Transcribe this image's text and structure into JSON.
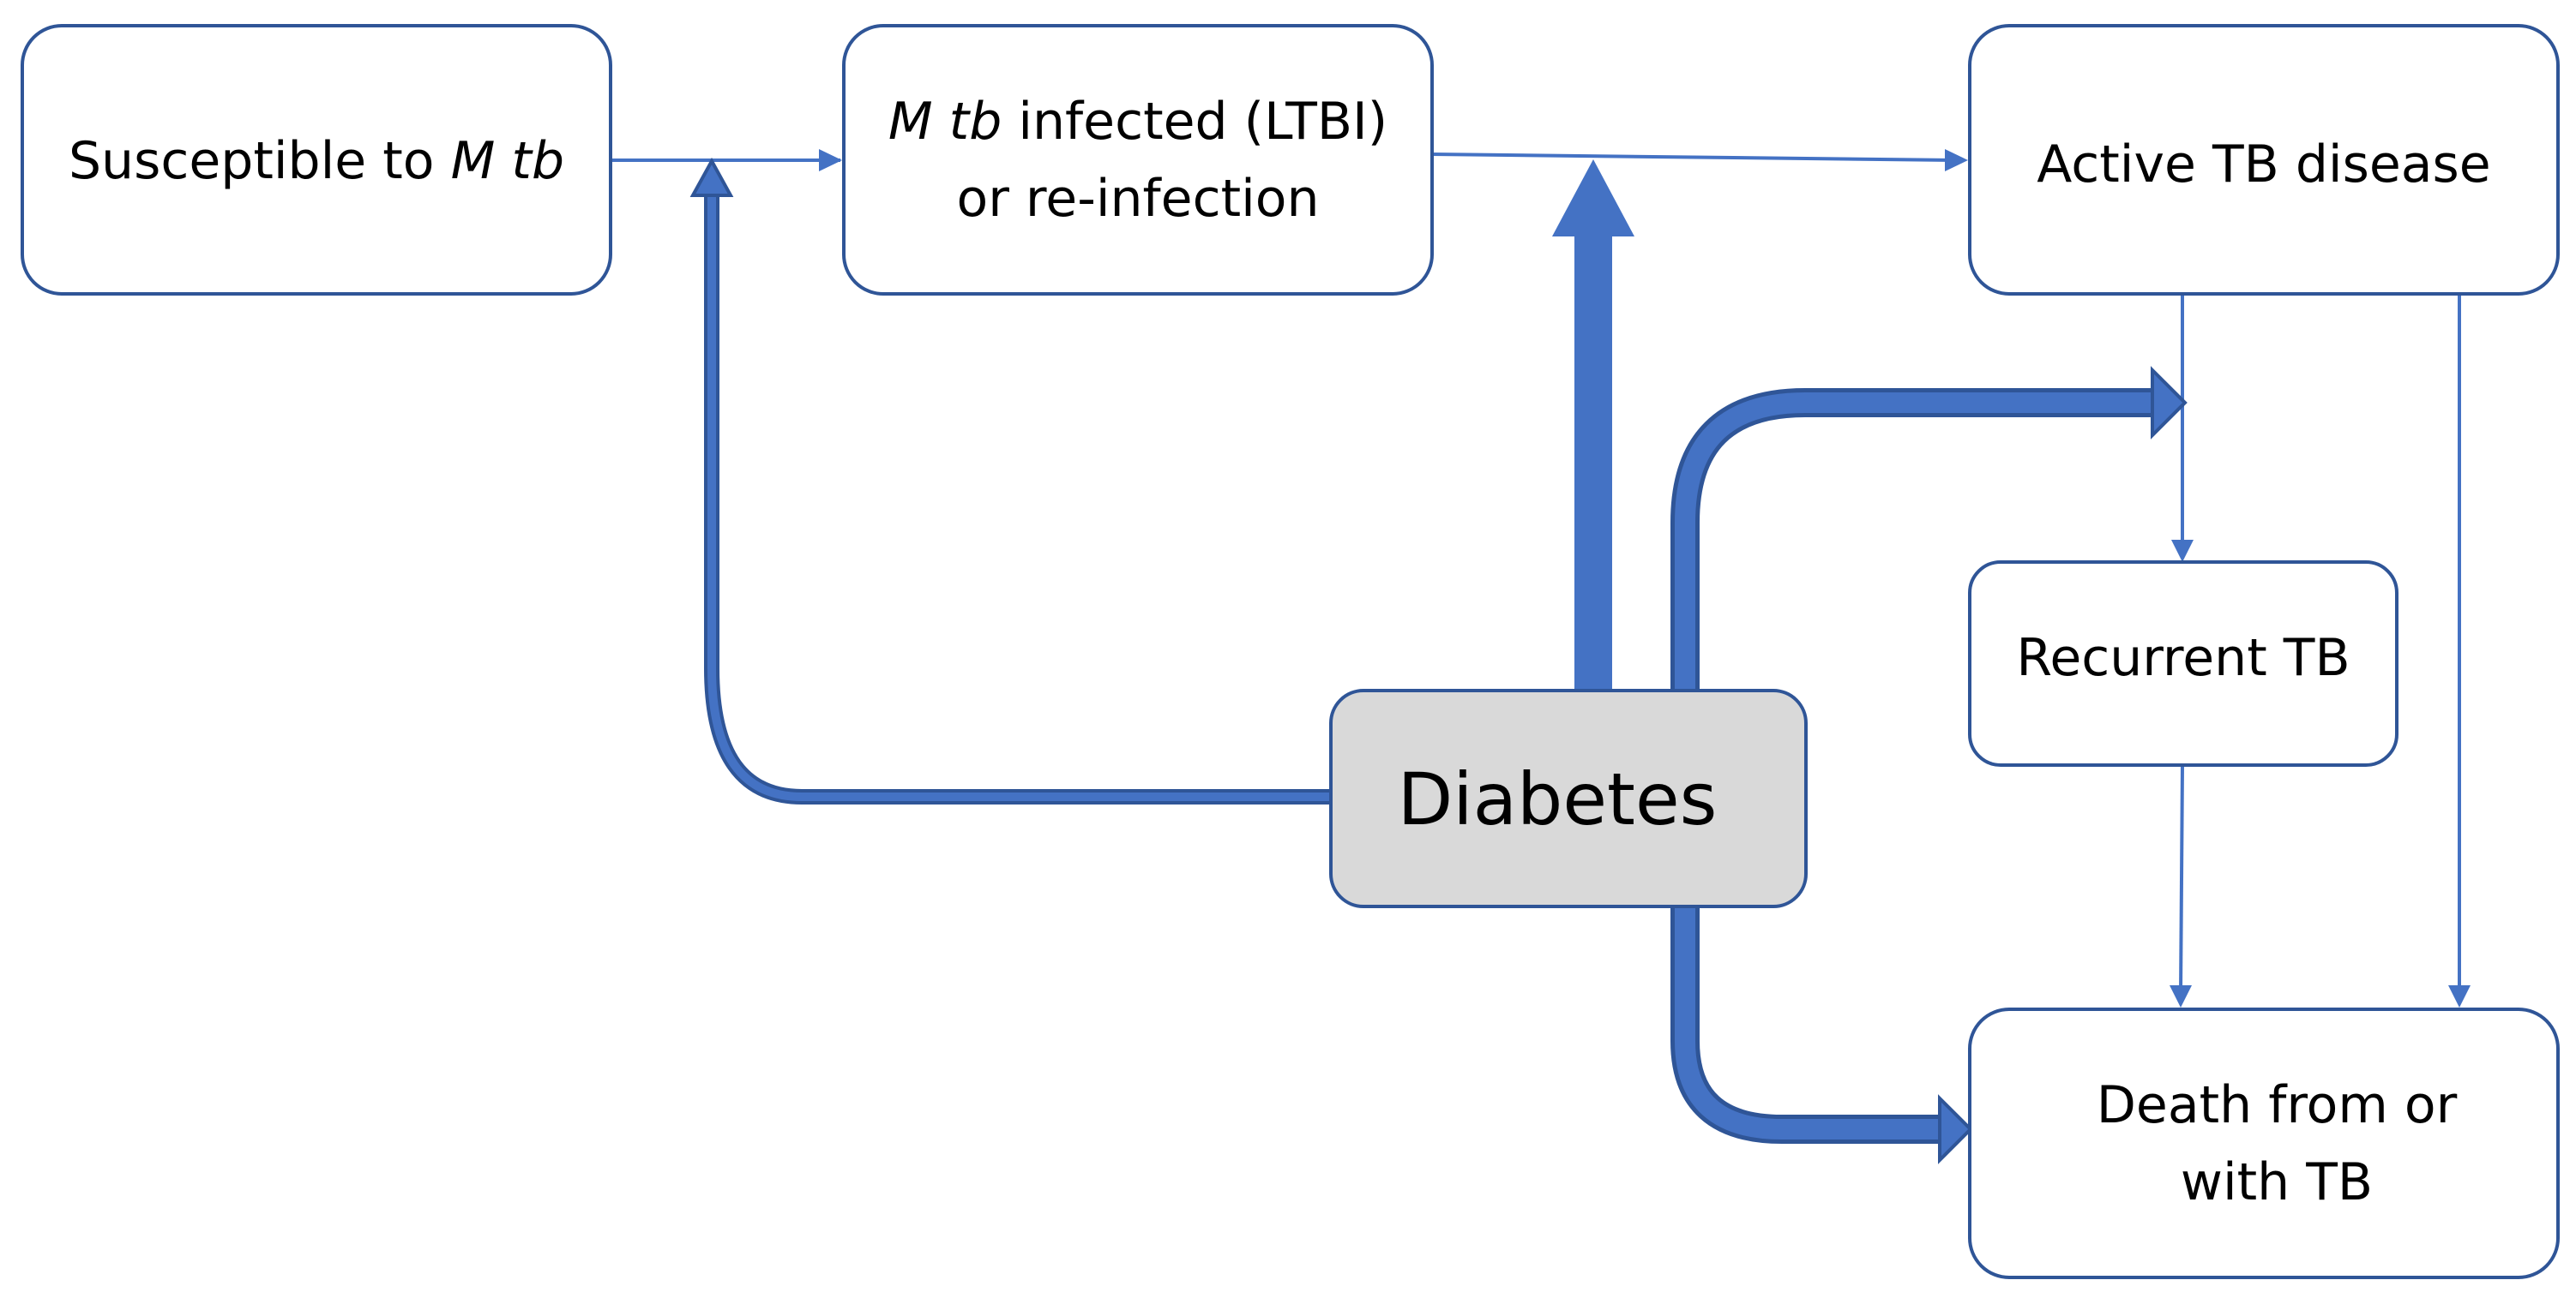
{
  "nodes": {
    "susceptible": {
      "prefix": "Susceptible to ",
      "emphasis": "M tb"
    },
    "infected": {
      "emphasis": "M tb",
      "line1_rest": " infected (LTBI)",
      "line2": "or re-infection"
    },
    "active": {
      "label": "Active TB disease"
    },
    "recurrent": {
      "label": "Recurrent TB"
    },
    "death": {
      "line1": "Death from or",
      "line2": "with TB"
    },
    "diabetes": {
      "label": "Diabetes"
    }
  },
  "colors": {
    "box_border": "#2f5597",
    "arrow": "#4472c4",
    "diabetes_fill": "#d9d9d9"
  }
}
